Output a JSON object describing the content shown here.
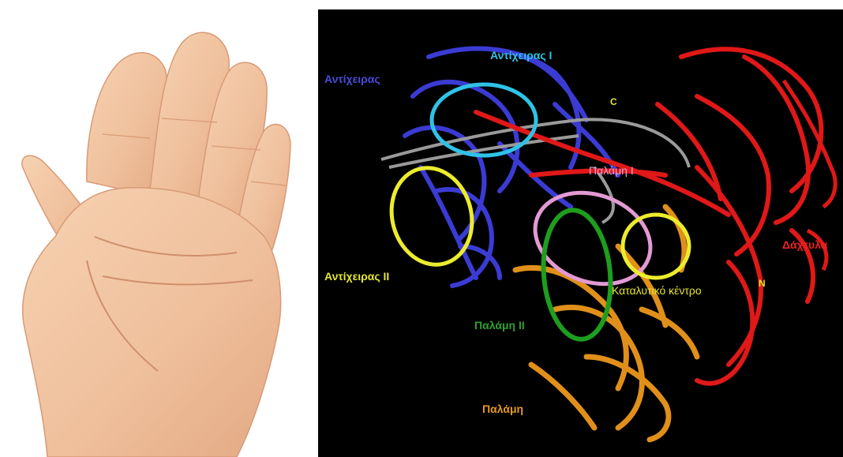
{
  "labels": {
    "thumb": {
      "text": "Αντίχειρας",
      "color": "#4a4ad8"
    },
    "thumb_1": {
      "text": "Αντίχειρας Ι",
      "color": "#2ec3e6"
    },
    "thumb_2": {
      "text": "Αντίχειρας ΙΙ",
      "color": "#e6e62e"
    },
    "palm_1": {
      "text": "Παλάμη Ι",
      "color": "#e8a0d8"
    },
    "palm_2": {
      "text": "Παλάμη ΙΙ",
      "color": "#2ea02e"
    },
    "palm": {
      "text": "Παλάμη",
      "color": "#e69a1c"
    },
    "fingers": {
      "text": "Δάχτυλα",
      "color": "#ee2222"
    },
    "catalytic_center": {
      "text": "Καταλυτικό κέντρο",
      "color": "#e6e62e"
    },
    "c_terminus": {
      "text": "C",
      "color": "#e6e62e"
    },
    "n_terminus": {
      "text": "N",
      "color": "#e6e62e"
    }
  },
  "colors": {
    "background": "#000000",
    "thumb_domain": "#3b3bd4",
    "fingers_domain": "#e01818",
    "palm_domain": "#e0901a",
    "dna": "#9a9a9a",
    "ring_cyan": "#2ec3e6",
    "ring_yellow": "#ecec2e",
    "ring_pink": "#e29ad4",
    "ring_green": "#1e9e1e",
    "skin": "#f3c6a2",
    "skin_shadow": "#d99c78"
  }
}
